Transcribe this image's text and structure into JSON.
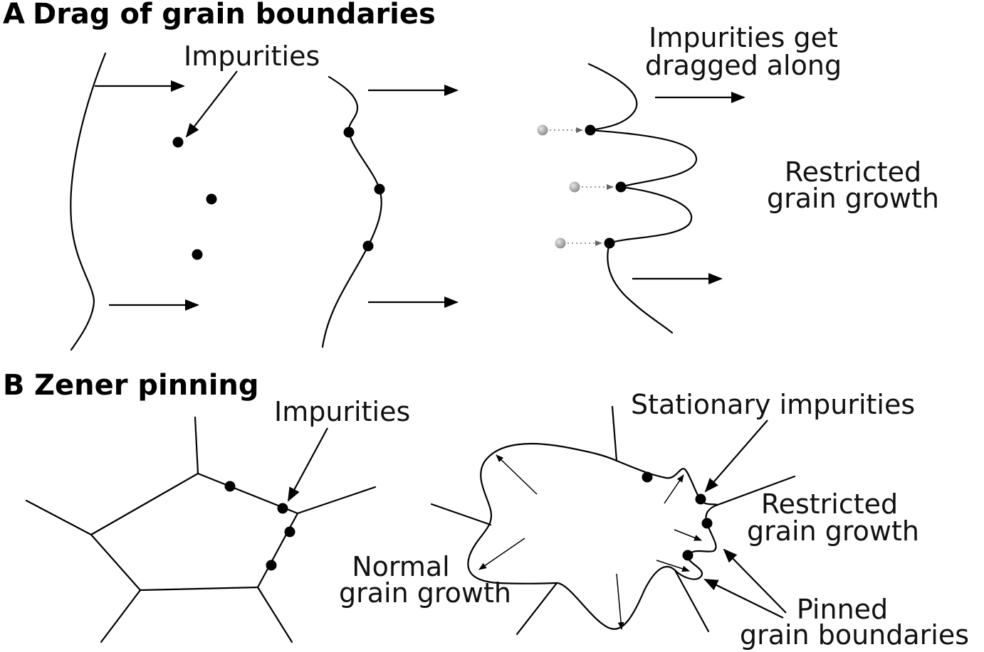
{
  "panel_a": {
    "letter": "A",
    "title": "Drag of grain boundaries",
    "label_impurities": "Impurities",
    "label_dragged_line1": "Impurities get",
    "label_dragged_line2": "dragged along",
    "label_restricted_line1": "Restricted",
    "label_restricted_line2": "grain growth"
  },
  "panel_b": {
    "letter": "B",
    "title": "Zener pinning",
    "label_impurities": "Impurities",
    "label_stationary": "Stationary impurities",
    "label_restricted_line1": "Restricted",
    "label_restricted_line2": "grain growth",
    "label_normal_line1": "Normal",
    "label_normal_line2": "grain growth",
    "label_pinned_line1": "Pinned",
    "label_pinned_line2": "grain boundaries"
  },
  "colors": {
    "line": "#000000",
    "ghost_impurity": "#999999"
  }
}
